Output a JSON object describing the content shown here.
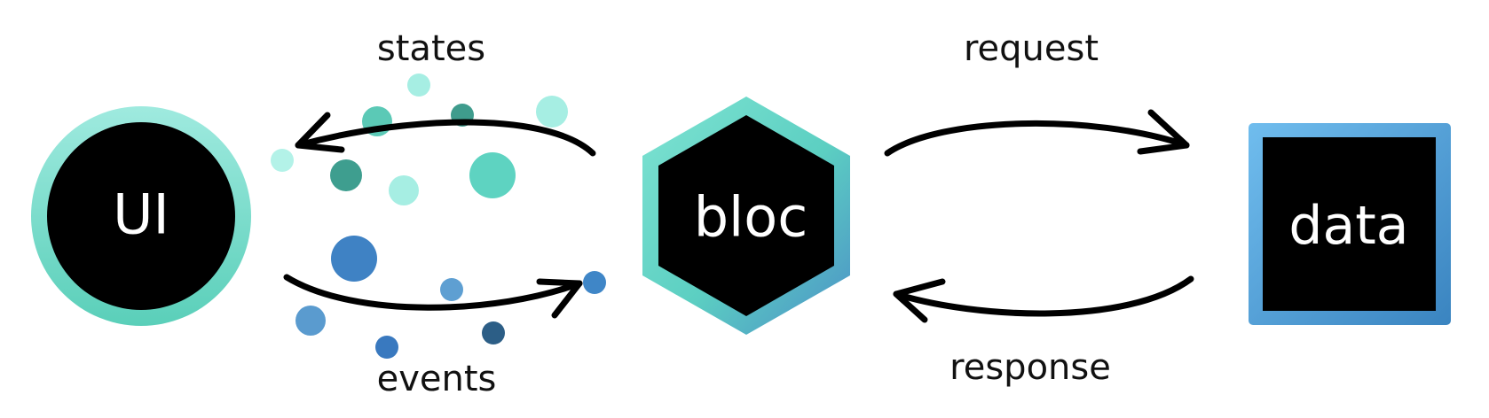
{
  "nodes": {
    "ui": {
      "label": "UI"
    },
    "bloc": {
      "label": "bloc"
    },
    "data": {
      "label": "data"
    }
  },
  "edges": {
    "states": {
      "label": "states"
    },
    "events": {
      "label": "events"
    },
    "request": {
      "label": "request"
    },
    "response": {
      "label": "response"
    }
  },
  "colors": {
    "teal_light": "#9DEBE0",
    "teal_mid": "#5ED3C1",
    "teal_dark": "#3E9E8F",
    "blue_light": "#6BB7E8",
    "blue_mid": "#4A8FC8",
    "blue_dark": "#2C5E86",
    "node_fill": "#000000",
    "arrow": "#000000",
    "text": "#111111"
  }
}
